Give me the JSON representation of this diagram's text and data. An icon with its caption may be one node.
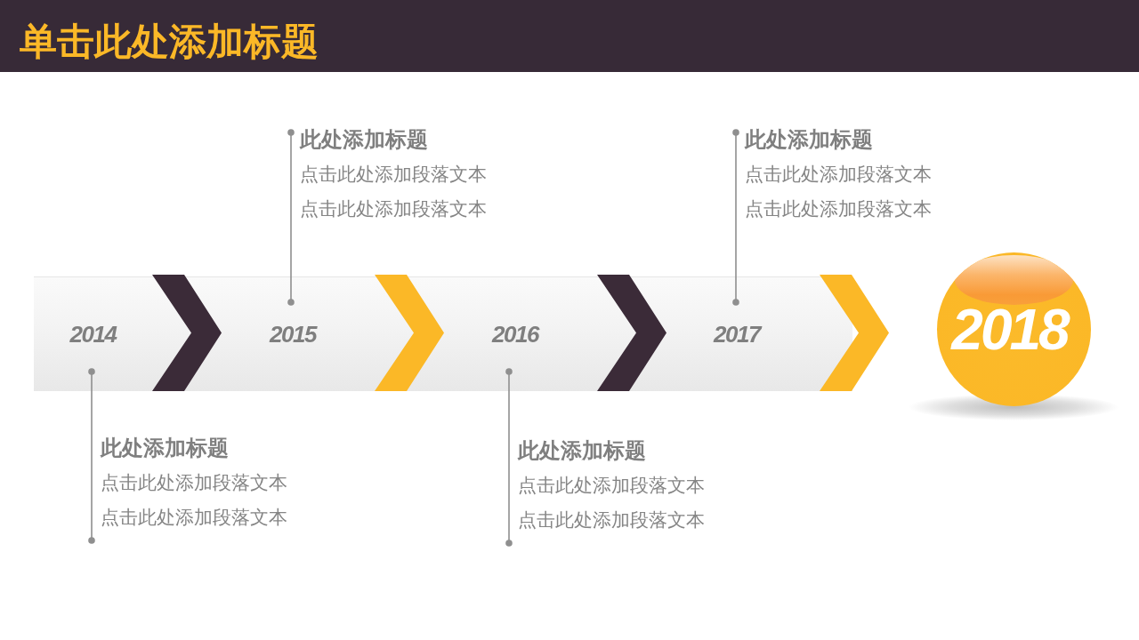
{
  "diagram": {
    "title": "单击此处添加标题",
    "nodes": [
      {
        "text": [
          "2014"
        ]
      },
      {
        "text": [
          "2015"
        ]
      },
      {
        "text": [
          "2016"
        ]
      },
      {
        "text": [
          "2017"
        ]
      },
      {
        "text": [
          "2018"
        ]
      },
      {
        "text": [
          "此处添加标题",
          "点击此处添加段落文本",
          "点击此处添加段落文本"
        ]
      },
      {
        "text": [
          "此处添加标题",
          "点击此处添加段落文本",
          "点击此处添加段落文本"
        ]
      },
      {
        "text": [
          "此处添加标题",
          "点击此处添加段落文本",
          "点击此处添加段落文本"
        ]
      },
      {
        "text": [
          "此处添加标题",
          "点击此处添加段落文本",
          "点击此处添加段落文本"
        ]
      }
    ],
    "edges": [
      {
        "from": 0,
        "to": 1,
        "arrow": "to",
        "style": "thick",
        "color": "#3b2b38"
      },
      {
        "from": 1,
        "to": 2,
        "arrow": "to",
        "style": "thick",
        "color": "#fbb827"
      },
      {
        "from": 2,
        "to": 3,
        "arrow": "to",
        "style": "thick",
        "color": "#3b2b38"
      },
      {
        "from": 3,
        "to": 4,
        "arrow": "to",
        "style": "thick",
        "color": "#fbb827"
      },
      {
        "from": 5,
        "to": 0,
        "arrow": "other"
      },
      {
        "from": 6,
        "to": 1,
        "arrow": "other"
      },
      {
        "from": 7,
        "to": 2,
        "arrow": "other"
      },
      {
        "from": 8,
        "to": 3,
        "arrow": "other"
      }
    ]
  }
}
